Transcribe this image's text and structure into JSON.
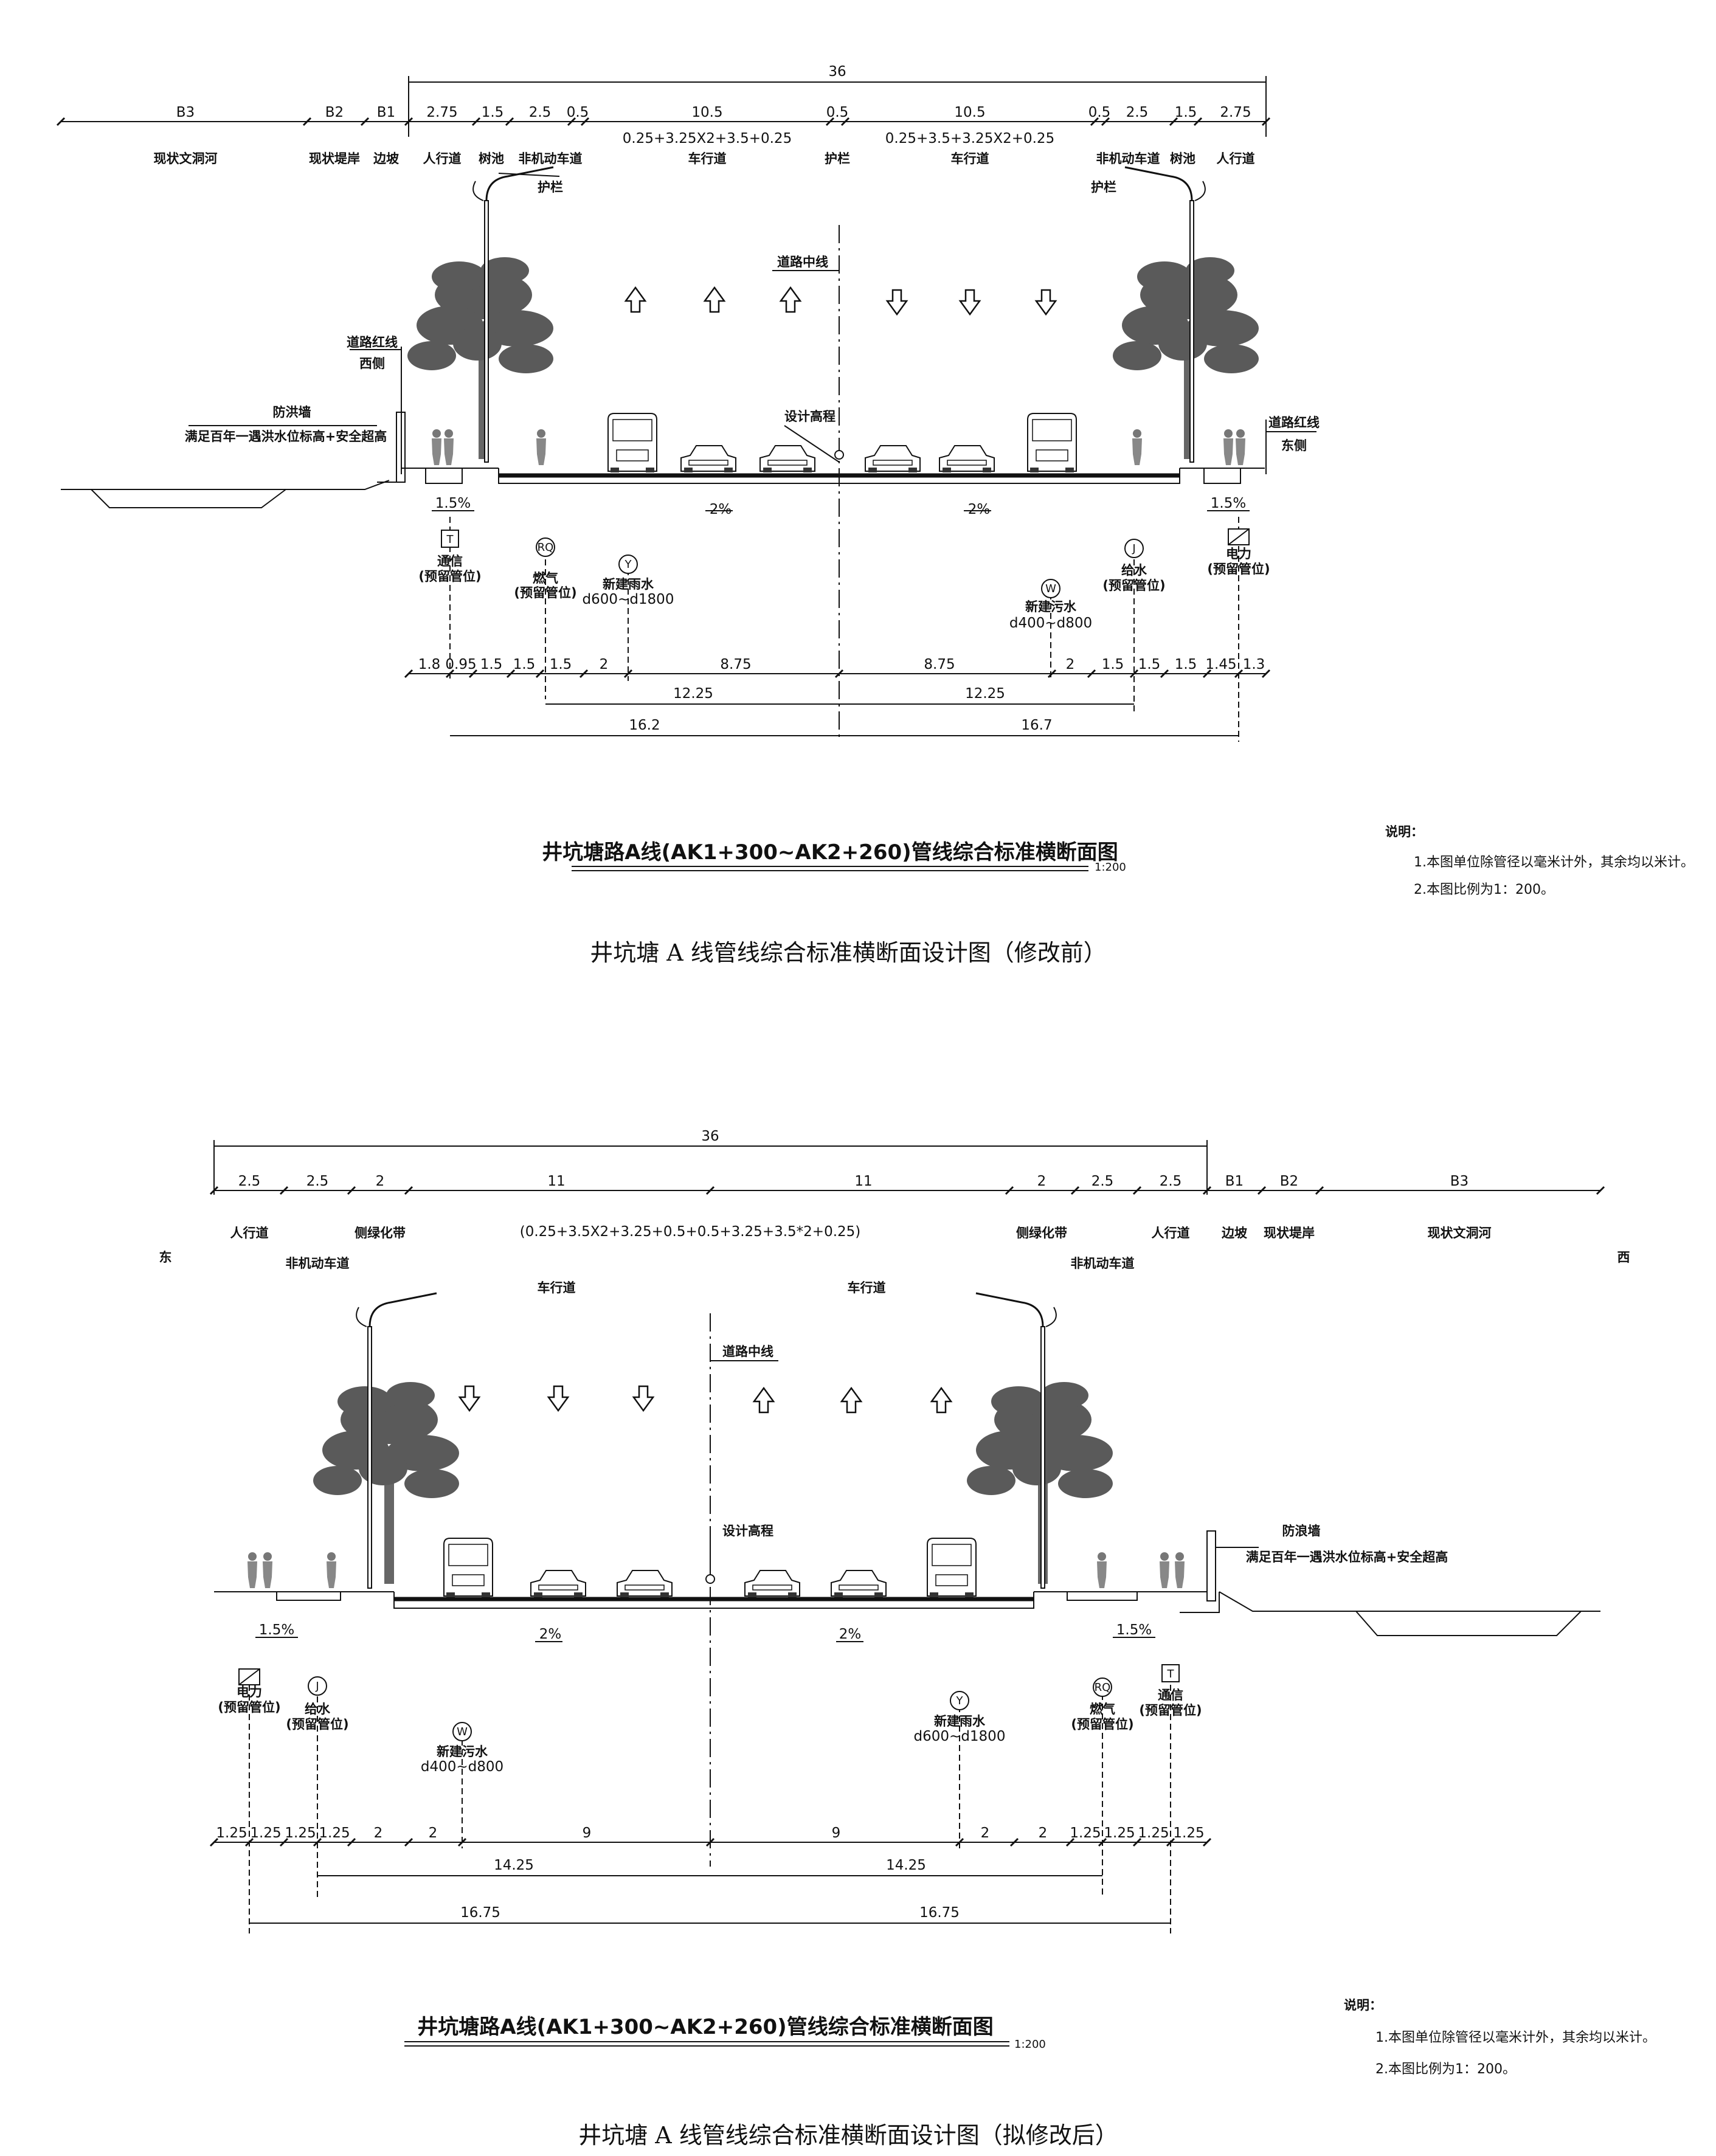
{
  "colors": {
    "ink": "#111111",
    "tree": "#555555",
    "fill": "#888888"
  },
  "top": {
    "total": "36",
    "segs": [
      "B3",
      "B2",
      "B1",
      "2.75",
      "1.5",
      "2.5",
      "0.5",
      "10.5",
      "0.5",
      "10.5",
      "0.5",
      "2.5",
      "1.5",
      "2.75"
    ],
    "formula_left": "0.25+3.25X2+3.5+0.25",
    "formula_right": "0.25+3.5+3.25X2+0.25",
    "names": [
      "现状文洞河",
      "现状堤岸",
      "边坡",
      "人行道",
      "树池",
      "非机动车道",
      "车行道",
      "护栏",
      "车行道",
      "非机动车道",
      "树池",
      "人行道"
    ],
    "guard_l": "护栏",
    "guard_r": "护栏",
    "centerline": "道路中线",
    "red_l1": "道路红线",
    "red_l2": "西侧",
    "red_r1": "道路红线",
    "red_r2": "东侧",
    "wall_1": "防洪墙",
    "wall_2": "满足百年一遇洪水位标高+安全超高",
    "design_elev": "设计高程",
    "slope_l": "1.5%",
    "slope_c1": "2%",
    "slope_c2": "2%",
    "slope_r": "1.5%",
    "pipes": [
      {
        "sym": "T",
        "n1": "通信",
        "n2": "(预留管位)"
      },
      {
        "sym": "RQ",
        "n1": "燃气",
        "n2": "(预留管位)"
      },
      {
        "sym": "Y",
        "n1": "新建雨水",
        "n2": "d600~d1800"
      },
      {
        "sym": "W",
        "n1": "新建污水",
        "n2": "d400~d800"
      },
      {
        "sym": "J",
        "n1": "给水",
        "n2": "(预留管位)"
      },
      {
        "sym": "电力",
        "n1": "(预留管位)",
        "n2": ""
      }
    ],
    "bot_dims": [
      "1.8",
      "0.95",
      "1.5",
      "1.5",
      "1.5",
      "2",
      "8.75",
      "8.75",
      "2",
      "1.5",
      "1.5",
      "1.5",
      "1.45",
      "1.3"
    ],
    "mid_dims": [
      "12.25",
      "12.25"
    ],
    "low_dims": [
      "16.2",
      "16.7"
    ],
    "title": "井坑塘路A线(AK1+300~AK2+260)管线综合标准横断面图",
    "scale": "1:200",
    "caption": "井坑塘 A 线管线综合标准横断面设计图（修改前）"
  },
  "bottom": {
    "total": "36",
    "segs": [
      "2.5",
      "2.5",
      "2",
      "11",
      "11",
      "2",
      "2.5",
      "2.5",
      "B1",
      "B2",
      "B3"
    ],
    "formula": "(0.25+3.5X2+3.25+0.5+0.5+3.25+3.5*2+0.25)",
    "names": [
      "人行道",
      "非机动车道",
      "侧绿化带",
      "车行道",
      "车行道",
      "侧绿化带",
      "非机动车道",
      "人行道",
      "边坡",
      "现状堤岸",
      "现状文洞河"
    ],
    "east": "东",
    "west": "西",
    "centerline": "道路中线",
    "wall_1": "防浪墙",
    "wall_2": "满足百年一遇洪水位标高+安全超高",
    "design_elev": "设计高程",
    "slope_l": "1.5%",
    "slope_c1": "2%",
    "slope_c2": "2%",
    "slope_r": "1.5%",
    "pipes": [
      {
        "sym": "电力",
        "n1": "(预留管位)",
        "n2": ""
      },
      {
        "sym": "J",
        "n1": "给水",
        "n2": "(预留管位)"
      },
      {
        "sym": "W",
        "n1": "新建污水",
        "n2": "d400~d800"
      },
      {
        "sym": "Y",
        "n1": "新建雨水",
        "n2": "d600~d1800"
      },
      {
        "sym": "RQ",
        "n1": "燃气",
        "n2": "(预留管位)"
      },
      {
        "sym": "T",
        "n1": "通信",
        "n2": "(预留管位)"
      }
    ],
    "bot_dims": [
      "1.25",
      "1.25",
      "1.25",
      "1.25",
      "2",
      "2",
      "9",
      "9",
      "2",
      "2",
      "1.25",
      "1.25",
      "1.25",
      "1.25"
    ],
    "mid_dims": [
      "14.25",
      "14.25"
    ],
    "low_dims": [
      "16.75",
      "16.75"
    ],
    "title": "井坑塘路A线(AK1+300~AK2+260)管线综合标准横断面图",
    "scale": "1:200",
    "caption": "井坑塘 A 线管线综合标准横断面设计图（拟修改后）"
  },
  "notes": {
    "head": "说明：",
    "n1": "1.本图单位除管径以毫米计外，其余均以米计。",
    "n2": "2.本图比例为1：200。"
  }
}
